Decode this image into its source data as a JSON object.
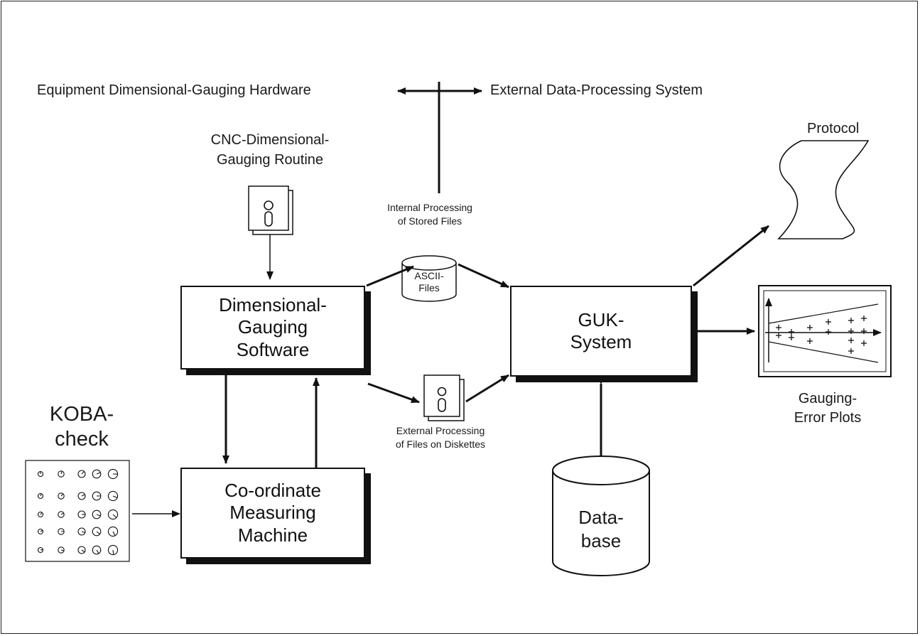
{
  "top": {
    "left_label": "Equipment Dimensional-Gauging Hardware",
    "right_label": "External Data-Processing System"
  },
  "cnc": {
    "line1": "CNC-Dimensional-",
    "line2": "Gauging Routine"
  },
  "internal": {
    "line1": "Internal Processing",
    "line2": "of Stored Files"
  },
  "ascii": {
    "line1": "ASCII-",
    "line2": "Files"
  },
  "external": {
    "line1": "External Processing",
    "line2": "of Files on Diskettes"
  },
  "dgs": {
    "line1": "Dimensional-",
    "line2": "Gauging",
    "line3": "Software"
  },
  "cmm": {
    "line1": "Co-ordinate",
    "line2": "Measuring",
    "line3": "Machine"
  },
  "guk": {
    "line1": "GUK-",
    "line2": "System"
  },
  "database": {
    "line1": "Data-",
    "line2": "base"
  },
  "protocol": {
    "label": "Protocol"
  },
  "plots": {
    "line1": "Gauging-",
    "line2": "Error Plots"
  },
  "koba": {
    "line1": "KOBA-",
    "line2": "check"
  },
  "colors": {
    "line": "#111111",
    "background": "#ffffff"
  }
}
